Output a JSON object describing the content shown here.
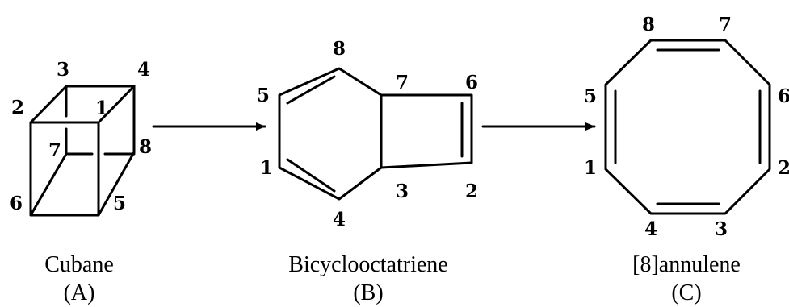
{
  "molecules": [
    {
      "name": "Cubane",
      "label": "(A)",
      "atom_labels": [
        "1",
        "2",
        "3",
        "4",
        "5",
        "6",
        "7",
        "8"
      ]
    },
    {
      "name": "Bicyclooctatriene",
      "label": "(B)",
      "atom_labels": [
        "1",
        "2",
        "3",
        "4",
        "5",
        "6",
        "7",
        "8"
      ]
    },
    {
      "name": "[8]annulene",
      "label": "(C)",
      "atom_labels": [
        "1",
        "2",
        "3",
        "4",
        "5",
        "6",
        "7",
        "8"
      ]
    }
  ],
  "colors": {
    "ink": "#000000",
    "background": "#ffffff"
  }
}
